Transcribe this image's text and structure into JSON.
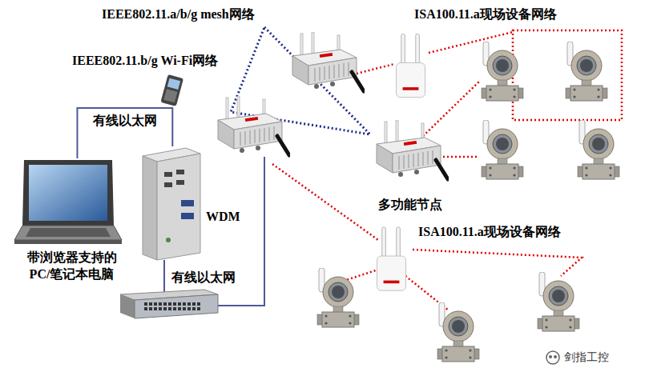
{
  "diagram": {
    "nodes": [
      {
        "text": [
          "带浏览器支持的 PC/笔记本电脑"
        ]
      },
      {
        "text": [
          "WDM"
        ]
      },
      {
        "text": [
          "多功能节点"
        ]
      }
    ],
    "edges": [
      {
        "from": 0,
        "to": 1,
        "arrow": "none",
        "label": "有线以太网"
      }
    ],
    "labels": [
      "IEEE802.11.a/b/g mesh网络",
      "IEEE802.11.b/g Wi-Fi网络",
      "有线以太网",
      "ISA100.11.a现场设备网络",
      "ISA100.11.a现场设备网络",
      "剑指工控"
    ]
  }
}
